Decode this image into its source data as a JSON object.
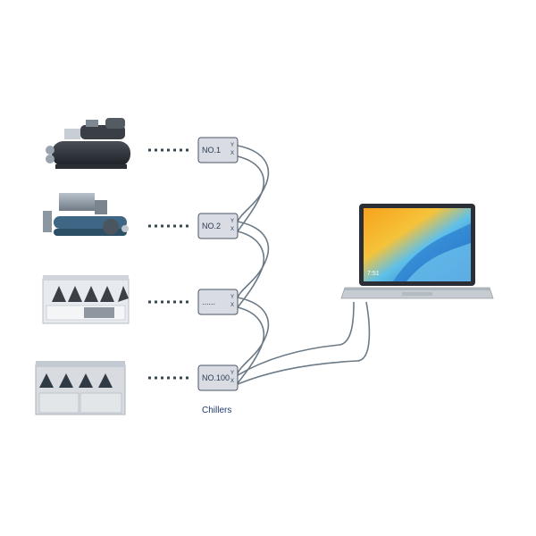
{
  "modules": [
    {
      "label": "NO.1",
      "ports": [
        "Y",
        "X"
      ]
    },
    {
      "label": "NO.2",
      "ports": [
        "Y",
        "X"
      ]
    },
    {
      "label": "......",
      "ports": [
        "Y",
        "X"
      ]
    },
    {
      "label": "NO.100",
      "ports": [
        "Y",
        "X"
      ]
    }
  ],
  "caption": "Chillers",
  "laptop": {
    "time": "7:51"
  },
  "colors": {
    "module_fill": "#d9dde3",
    "module_stroke": "#4a5566",
    "cable": "#6b7a86",
    "dots": "#37474f",
    "caption": "#1f3a6b"
  }
}
